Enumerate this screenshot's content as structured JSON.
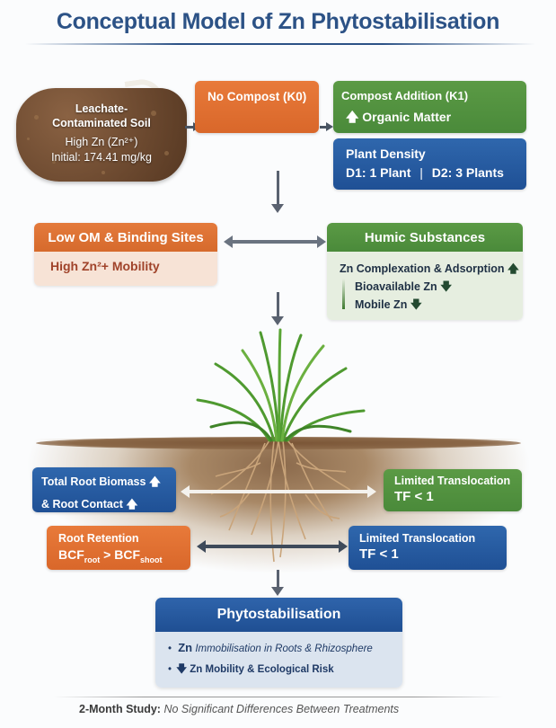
{
  "title": "Conceptual Model of Zn Phytostabilisation",
  "soil": {
    "line1": "Leachate-",
    "line2": "Contaminated Soil",
    "line3": "High Zn (Zn²⁺)",
    "line4": "Initial: 174.41 mg/kg"
  },
  "no_compost": {
    "label": "No Compost (K0)"
  },
  "compost": {
    "label": "Compost Addition (K1)",
    "effect_icon": "up-arrow",
    "effect": "Organic Matter"
  },
  "plant_density": {
    "label": "Plant Density",
    "d1": "D1: 1 Plant",
    "separator": "|",
    "d2": "D2: 3 Plants"
  },
  "low_om": {
    "header": "Low OM & Binding Sites",
    "body": "High Zn²+ Mobility"
  },
  "humic": {
    "header": "Humic Substances",
    "line1": "Zn Complexation & Adsorption",
    "line1_icon": "up-arrow",
    "line2": "Bioavailable Zn",
    "line2_icon": "down-arrow",
    "line3": "Mobile Zn",
    "line3_icon": "down-arrow"
  },
  "root_biomass": {
    "line1": "Total Root Biomass",
    "line2": "& Root Contact",
    "icon": "up-arrow"
  },
  "translocation_green": {
    "line1": "Limited Translocation",
    "line2": "TF < 1"
  },
  "root_retention": {
    "line1": "Root Retention",
    "bcf": "BCF",
    "sub_root": "root",
    "gt": " > ",
    "sub_shoot": "shoot"
  },
  "translocation_blue": {
    "line1": "Limited Translocation",
    "line2": "TF < 1"
  },
  "phyto": {
    "header": "Phytostabilisation",
    "bullet1_strong": "Zn",
    "bullet1": " Immobilisation in Roots & Rhizosphere",
    "bullet2": "Zn Mobility & Ecological Risk",
    "bullet2_icon": "down-arrow"
  },
  "footer": {
    "bold": "2-Month Study:",
    "italic": "No Significant Differences Between Treatments"
  },
  "colors": {
    "title": "#2c5286",
    "orange": "#e07030",
    "green": "#54923f",
    "blue": "#2a5fa5",
    "soil": "#6d4a30"
  }
}
